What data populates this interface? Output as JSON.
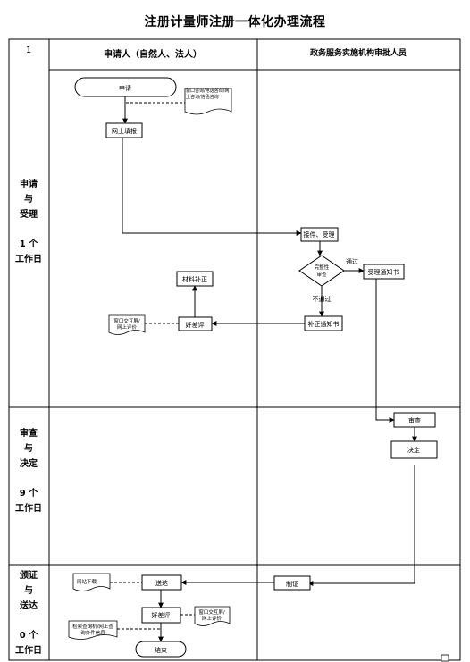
{
  "title": "注册计量师注册一体化办理流程",
  "header": {
    "stage_col": "1",
    "lane_applicant": "申请人（自然人、法人）",
    "lane_agency": "政务服务实施机构审批人员"
  },
  "stages": [
    {
      "name_lines": [
        "申请",
        "与",
        "受理"
      ],
      "duration_lines": [
        "1 个",
        "工作日"
      ]
    },
    {
      "name_lines": [
        "审查",
        "与",
        "决定"
      ],
      "duration_lines": [
        "9 个",
        "工作日"
      ]
    },
    {
      "name_lines": [
        "颁证",
        "与",
        "送达"
      ],
      "duration_lines": [
        "0 个",
        "工作日"
      ]
    }
  ],
  "nodes": {
    "apply": "申请",
    "online_fill": "网上填报",
    "consult_doc": "窗口咨询/电话咨询/网上咨询/信函咨询",
    "receive": "接件、受理",
    "complete_check": [
      "完整性",
      "审查"
    ],
    "pass": "通过",
    "fail": "不通过",
    "accept_notice": "受理通知书",
    "supplement_notice": "补正通知书",
    "good_bad_review_1": "好差评",
    "eval_doc_1": [
      "窗口交互屏/",
      "网上评价"
    ],
    "material_supplement": "材料补正",
    "review": "审查",
    "decision": "决定",
    "make_cert": "制证",
    "deliver": "送达",
    "web_download": "网站下载",
    "good_bad_review_2": "好差评",
    "eval_doc_2": [
      "窗口交互屏/",
      "网上评价"
    ],
    "query_doc": [
      "检索查询机/网上查",
      "询办件信息"
    ],
    "end": "结束"
  }
}
